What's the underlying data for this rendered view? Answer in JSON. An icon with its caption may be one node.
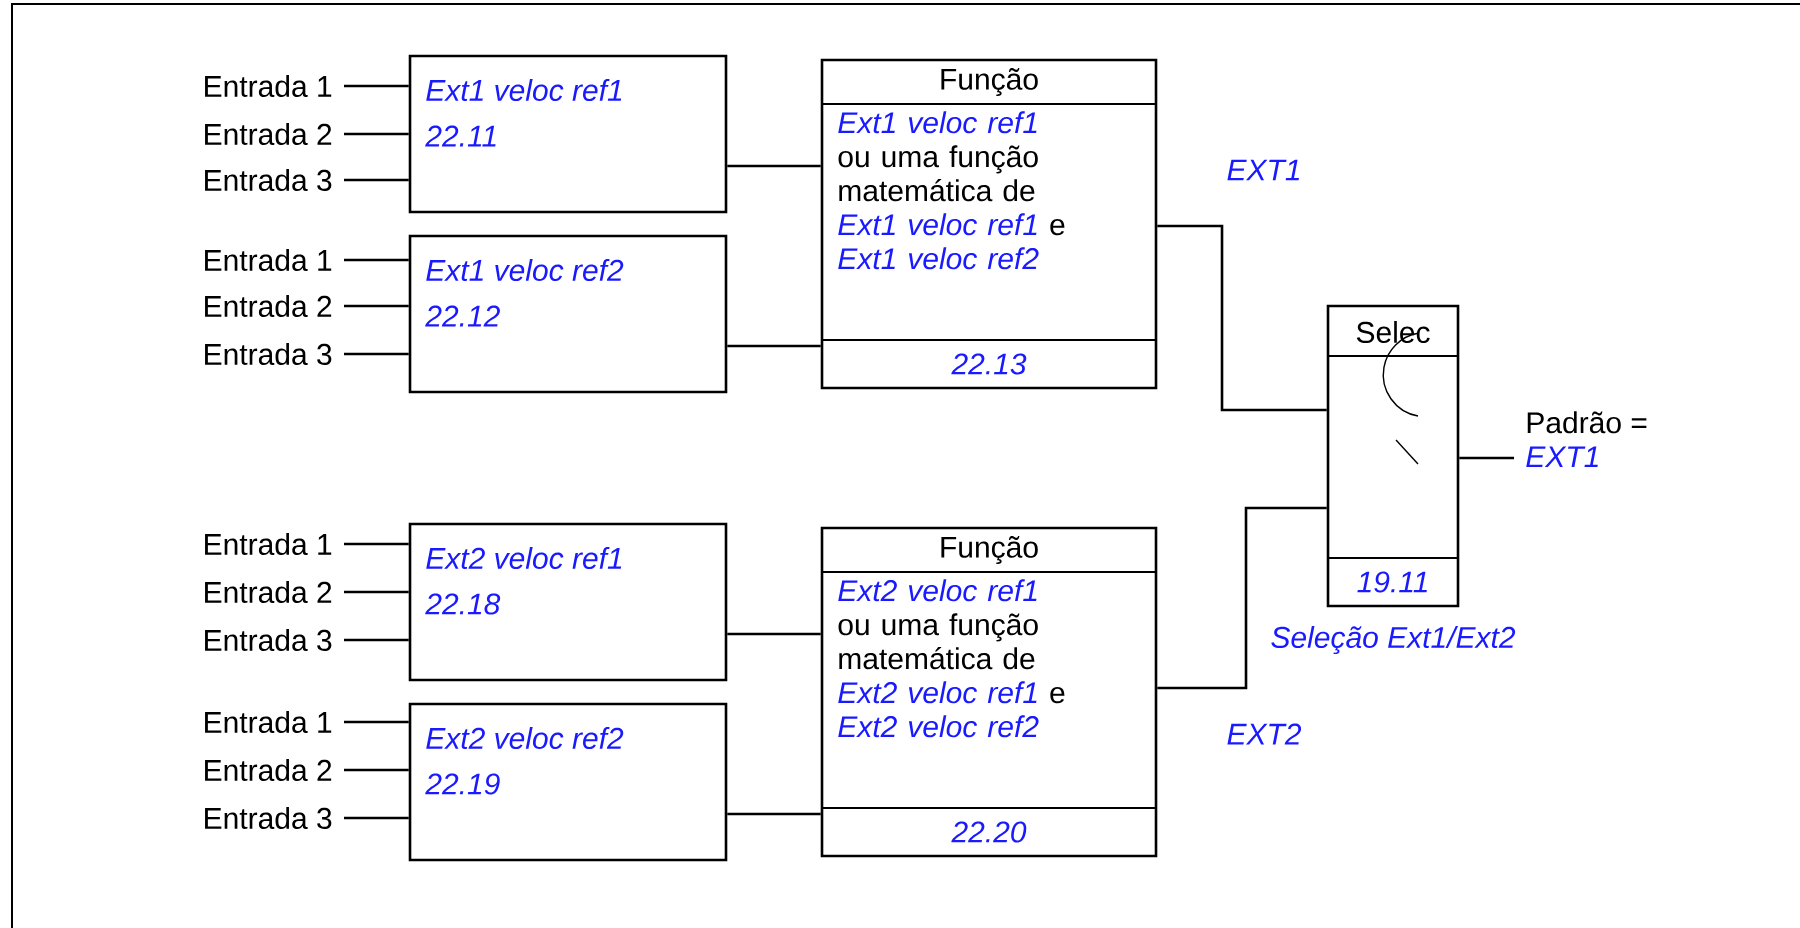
{
  "diagram": {
    "nodes": [
      {
        "text": [
          "Entrada 1"
        ]
      },
      {
        "text": [
          "Entrada 2"
        ]
      },
      {
        "text": [
          "Entrada 3"
        ]
      },
      {
        "text": [
          "Ext1 veloc ref1",
          "22.11"
        ]
      },
      {
        "text": [
          "Entrada 1"
        ]
      },
      {
        "text": [
          "Entrada 2"
        ]
      },
      {
        "text": [
          "Entrada 3"
        ]
      },
      {
        "text": [
          "Ext1 veloc ref2",
          "22.12"
        ]
      },
      {
        "text": [
          "Função",
          "*Ext1 veloc ref1* ou uma função matemática de *Ext1 veloc ref1* e *Ext1 veloc ref2*",
          "22.13"
        ]
      },
      {
        "text": [
          "Selec",
          "19.11"
        ],
        "beside": [
          "Seleção Ext1/Ext2"
        ]
      },
      {
        "text": [
          "Padrão =",
          "EXT1"
        ]
      },
      {
        "text": [
          "Entrada 1"
        ]
      },
      {
        "text": [
          "Entrada 2"
        ]
      },
      {
        "text": [
          "Entrada 3"
        ]
      },
      {
        "text": [
          "Ext2 veloc ref1",
          "22.18"
        ]
      },
      {
        "text": [
          "Entrada 1"
        ]
      },
      {
        "text": [
          "Entrada 2"
        ]
      },
      {
        "text": [
          "Entrada 3"
        ]
      },
      {
        "text": [
          "Ext2 veloc ref2",
          "22.19"
        ]
      },
      {
        "text": [
          "Função",
          "*Ext2 veloc ref1* ou uma função matemática de *Ext2 veloc ref1* e *Ext2 veloc ref2*",
          "22.20"
        ]
      }
    ],
    "edges": [
      {
        "from": 0,
        "to": 3,
        "arrow": "none"
      },
      {
        "from": 1,
        "to": 3,
        "arrow": "none"
      },
      {
        "from": 2,
        "to": 3,
        "arrow": "none"
      },
      {
        "from": 4,
        "to": 7,
        "arrow": "none"
      },
      {
        "from": 5,
        "to": 7,
        "arrow": "none"
      },
      {
        "from": 6,
        "to": 7,
        "arrow": "none"
      },
      {
        "from": 3,
        "to": 8,
        "arrow": "none"
      },
      {
        "from": 7,
        "to": 8,
        "arrow": "none"
      },
      {
        "from": 8,
        "to": 9,
        "arrow": "none",
        "label": "EXT1"
      },
      {
        "from": 9,
        "to": 10,
        "arrow": "none"
      },
      {
        "from": 11,
        "to": 14,
        "arrow": "none"
      },
      {
        "from": 12,
        "to": 14,
        "arrow": "none"
      },
      {
        "from": 13,
        "to": 14,
        "arrow": "none"
      },
      {
        "from": 15,
        "to": 18,
        "arrow": "none"
      },
      {
        "from": 16,
        "to": 18,
        "arrow": "none"
      },
      {
        "from": 17,
        "to": 18,
        "arrow": "none"
      },
      {
        "from": 14,
        "to": 19,
        "arrow": "none"
      },
      {
        "from": 18,
        "to": 19,
        "arrow": "none"
      },
      {
        "from": 19,
        "to": 9,
        "arrow": "none",
        "label": "EXT2"
      }
    ]
  }
}
